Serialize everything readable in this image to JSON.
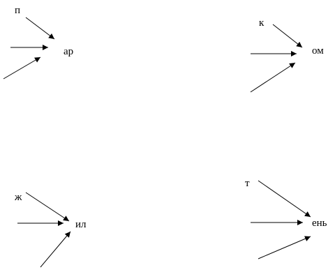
{
  "groups": [
    {
      "prefix": "п",
      "ending": "ар"
    },
    {
      "prefix": "к",
      "ending": "ом"
    },
    {
      "prefix": "ж",
      "ending": "ил"
    },
    {
      "prefix": "т",
      "ending": "ень"
    }
  ],
  "colors": {
    "ink": "#000000",
    "background": "#ffffff"
  }
}
